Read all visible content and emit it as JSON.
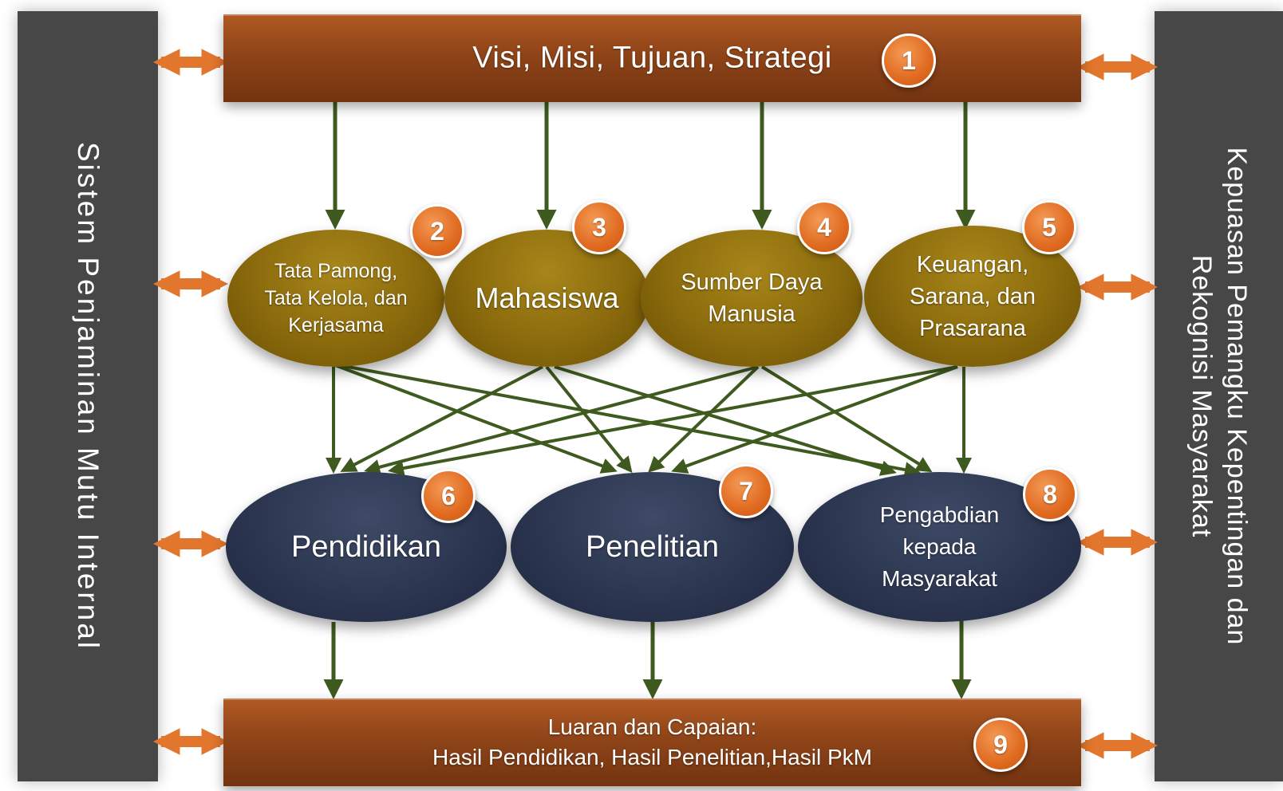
{
  "left_bar": {
    "title": "Sistem Penjaminan Mutu Internal"
  },
  "right_bar": {
    "line1": "Kepuasan Pemangku Kepentingan dan",
    "line2": "Rekognisi Masyarakat"
  },
  "top_banner": {
    "title": "Visi, Misi, Tujuan, Strategi",
    "badge": "1"
  },
  "middle_nodes": [
    {
      "lines": [
        "Tata Pamong,",
        "Tata Kelola, dan",
        "Kerjasama"
      ],
      "badge": "2"
    },
    {
      "lines": [
        "Mahasiswa"
      ],
      "badge": "3"
    },
    {
      "lines": [
        "Sumber Daya",
        "Manusia"
      ],
      "badge": "4"
    },
    {
      "lines": [
        "Keuangan,",
        "Sarana, dan",
        "Prasarana"
      ],
      "badge": "5"
    }
  ],
  "lower_nodes": [
    {
      "lines": [
        "Pendidikan"
      ],
      "badge": "6"
    },
    {
      "lines": [
        "Penelitian"
      ],
      "badge": "7"
    },
    {
      "lines": [
        "Pengabdian",
        "kepada",
        "Masyarakat"
      ],
      "badge": "8"
    }
  ],
  "bottom_banner": {
    "line1": "Luaran dan Capaian:",
    "line2": "Hasil Pendidikan, Hasil Penelitian,Hasil PkM",
    "badge": "9"
  },
  "colors": {
    "side_bar": "#474747",
    "banner": "#8f4418",
    "gold_node": "#8a6a0c",
    "navy_node": "#2c3650",
    "badge": "#e06a20",
    "arrow_green": "#3f5a1e",
    "double_arrow": "#e2762c"
  }
}
